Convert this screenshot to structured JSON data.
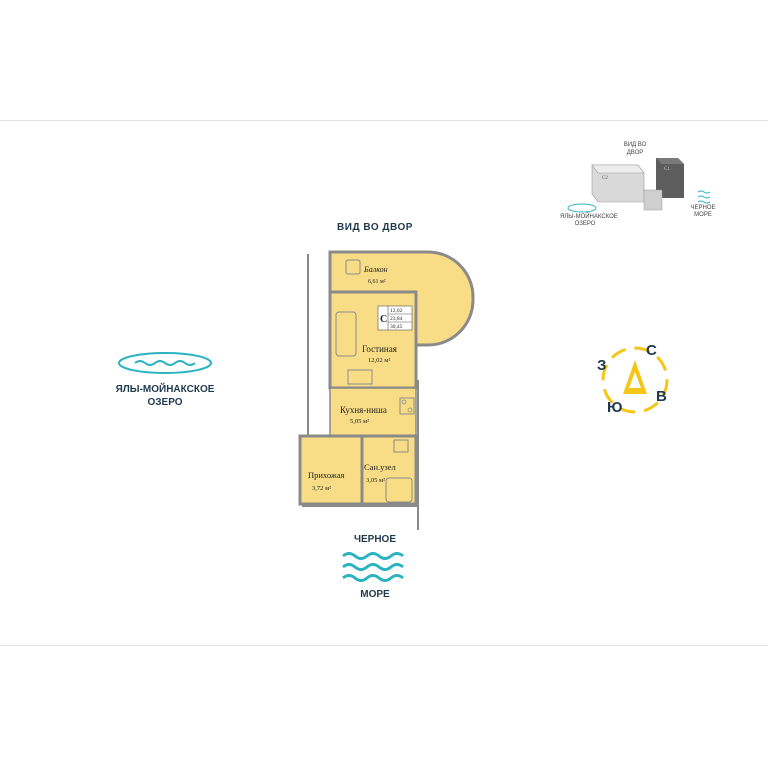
{
  "view_label": "ВИД ВО ДВОР",
  "lake": {
    "line1": "ЯЛЫ-МОЙНАКСКОЕ",
    "line2": "ОЗЕРО"
  },
  "sea": {
    "top": "ЧЕРНОЕ",
    "bottom": "МОРЕ"
  },
  "mini_map": {
    "view_line1": "ВИД ВО",
    "view_line2": "ДВОР",
    "lake_line1": "ЯЛЫ-МОЙНАКСКОЕ",
    "lake_line2": "ОЗЕРО",
    "sea_line1": "ЧЕРНОЕ",
    "sea_line2": "МОРЕ",
    "block_a": "C2",
    "block_b": "C1"
  },
  "compass": {
    "north": "С",
    "east": "В",
    "south": "Ю",
    "west": "З"
  },
  "plan": {
    "unit_letter": "С",
    "areas": [
      "12,02",
      "23,84",
      "30,45"
    ],
    "rooms": {
      "balcony": {
        "name": "Балкон",
        "area": "6,61 м²"
      },
      "living": {
        "name": "Гостиная",
        "area": "12,02 м²"
      },
      "kitchen": {
        "name": "Кухня-ниша",
        "area": "5,05 м²"
      },
      "hall": {
        "name": "Прихожая",
        "area": "3,72 м²"
      },
      "bath": {
        "name": "Сан.узел",
        "area": "3,05 м²"
      }
    }
  },
  "colors": {
    "navy": "#1f3a4d",
    "teal": "#2bb3c0",
    "room_fill": "#f8dd86",
    "wall": "#8a8a8a",
    "compass_yellow": "#f5c518"
  },
  "icons": [
    "lake-waves-icon",
    "sea-waves-icon",
    "compass-icon",
    "building-mini-map"
  ]
}
